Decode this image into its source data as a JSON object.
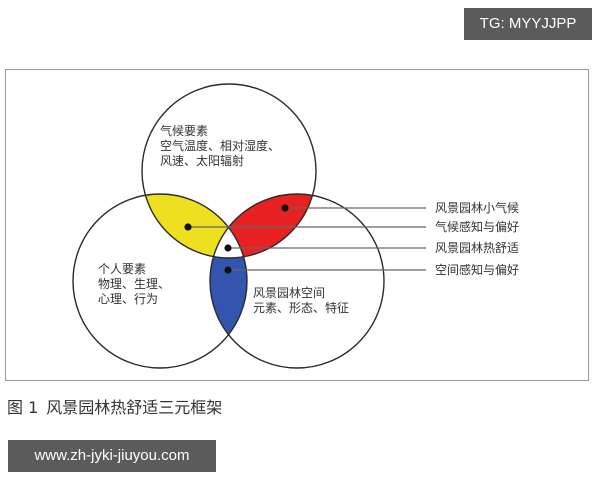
{
  "watermark_top": "TG: MYYJJPP",
  "watermark_bottom": "www.zh-jyki-jiuyou.com",
  "diagram": {
    "circles": [
      {
        "id": "climate",
        "title": "气候要素",
        "lines": [
          "空气温度、相对湿度、",
          "风速、太阳辐射"
        ]
      },
      {
        "id": "personal",
        "title": "个人要素",
        "lines": [
          "物理、生理、",
          "心理、行为"
        ]
      },
      {
        "id": "space",
        "title": "风景园林空间",
        "lines": [
          "元素、形态、特征"
        ]
      }
    ],
    "intersections": [
      {
        "label": "风景园林小气候",
        "color": "#e82222",
        "between": "climate+space"
      },
      {
        "label": "气候感知与偏好",
        "color": "#eee020",
        "between": "climate+personal"
      },
      {
        "label": "风景园林热舒适",
        "color": "#ffffff",
        "between": "all"
      },
      {
        "label": "空间感知与偏好",
        "color": "#3355b0",
        "between": "personal+space"
      }
    ]
  },
  "caption": {
    "number": "图 1",
    "title": "风景园林热舒适三元框架"
  }
}
